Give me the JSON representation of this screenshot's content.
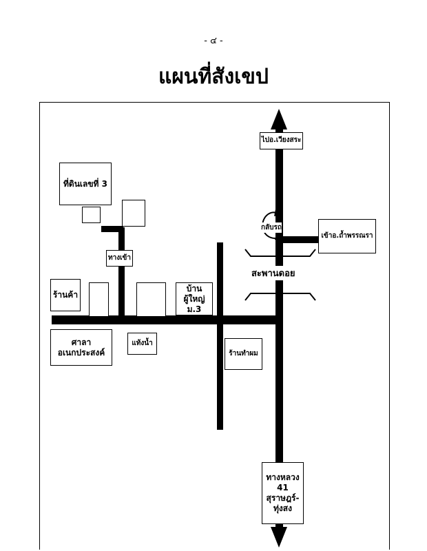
{
  "page_number": "- ๔ -",
  "title": "แผนที่สังเขป",
  "map": {
    "places": {
      "land_plot": "ที่ดินเลขที่ 3",
      "entrance": "ทางเข้า",
      "shop": "ร้านค้า",
      "headman_house": "บ้านผู้ใหญ่\nม.3",
      "multipurpose_hall": "ศาลาอเนกประสงค์",
      "water_tank": "แท้งน้ำ",
      "barber": "ร้านทำผม",
      "to_chiang_sa": "ไปอ.เวียงสระ",
      "to_tham_phannara": "เข้าอ.ถ้ำพรรณรา",
      "uturn": "กลับรถ",
      "bridge": "สะพานดอย",
      "highway": "ทางหลวง 41\nสุราษฎร์-ทุ่งสง"
    }
  }
}
